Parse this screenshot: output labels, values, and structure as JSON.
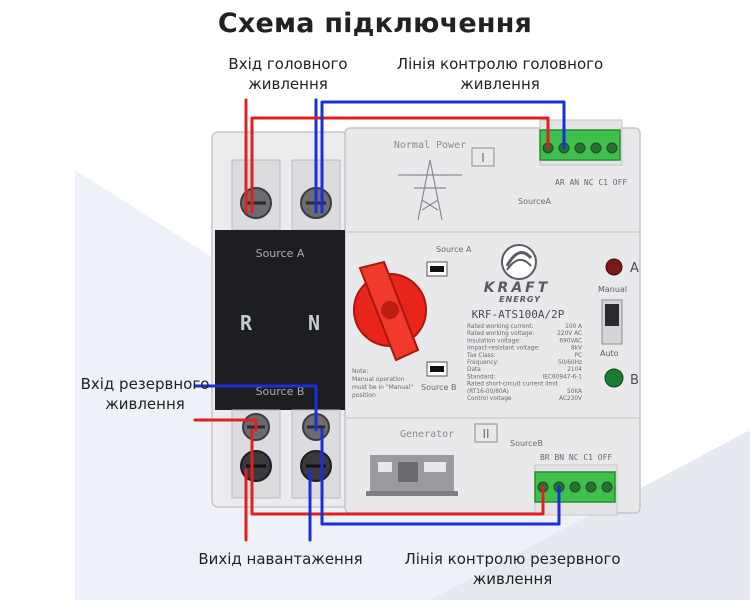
{
  "title": "Схема підключення",
  "labels": {
    "main_input": "Вхід головного живлення",
    "main_control": "Лінія контролю головного живлення",
    "reserve_input": "Вхід резервного живлення",
    "load_output": "Вихід навантаження",
    "reserve_control": "Лінія контролю резервного живлення"
  },
  "device": {
    "normal_power": "Normal Power",
    "roman_one": "I",
    "roman_two": "II",
    "source_a_label": "Source A",
    "source_b_label": "Source B",
    "window_a": "Source A",
    "window_b": "Source B",
    "phase_r": "R",
    "phase_n": "N",
    "brand_line1": "KRAFT",
    "brand_line2": "ENERGY",
    "model": "KRF-ATS100A/2P",
    "specs": [
      {
        "k": "Rated working current:",
        "v": "100 A"
      },
      {
        "k": "Rated working voltage:",
        "v": "220V AC"
      },
      {
        "k": "Insulation voltage:",
        "v": "690VAC"
      },
      {
        "k": "Impact-resistant voltage:",
        "v": "8kV"
      },
      {
        "k": "Tax Class:",
        "v": "PC"
      },
      {
        "k": "Frequency:",
        "v": "50/60Hz"
      },
      {
        "k": "Data",
        "v": "2104"
      },
      {
        "k": "Standard:",
        "v": "IEC60947-6-1"
      },
      {
        "k": "Rated short-circuit current limit",
        "v": ""
      },
      {
        "k": "(RT16-00/80A)",
        "v": "50KA"
      },
      {
        "k": "Control voltage",
        "v": "AC230V"
      }
    ],
    "note": "Note: Manual operation must be in \"Manual\" position",
    "generator": "Generator",
    "terminal_top": "AR AN NC C1 OFF",
    "terminal_bottom": "BR BN NC C1 OFF",
    "source_a_small": "SourceA",
    "source_b_small": "SourceB",
    "led_a": "A",
    "led_b": "B",
    "manual": "Manual",
    "auto": "Auto"
  },
  "colors": {
    "line_phase": "#e02020",
    "line_neutral": "#1a2fd6",
    "device_body": "#e9e9eb",
    "cover": "#1c1e24",
    "terminal_green": "#3fbf4c",
    "handle_red": "#e8251a"
  }
}
